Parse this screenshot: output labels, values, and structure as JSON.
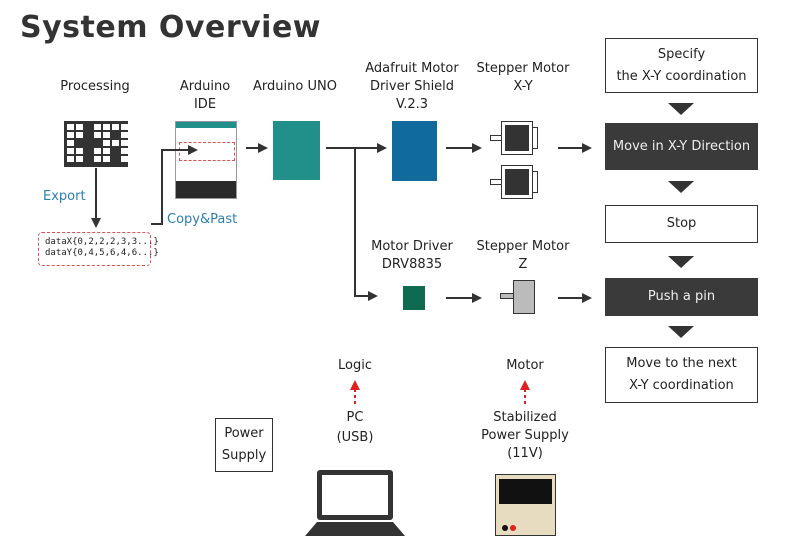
{
  "title": "System Overview",
  "nodes": {
    "processing": "Processing",
    "arduino_ide_line1": "Arduino",
    "arduino_ide_line2": "IDE",
    "arduino_uno": "Arduino UNO",
    "adafruit_line1": "Adafruit Motor",
    "adafruit_line2": "Driver Shield",
    "adafruit_line3": "V.2.3",
    "stepper_xy_line1": "Stepper Motor",
    "stepper_xy_line2": "X-Y",
    "motor_driver_line1": "Motor Driver",
    "motor_driver_line2": "DRV8835",
    "stepper_z_line1": "Stepper Motor",
    "stepper_z_line2": "Z"
  },
  "annotations": {
    "export": "Export",
    "copy_paste": "Copy&Past",
    "data_x": "dataX{0,2,2,2,3,3...}",
    "data_y": "dataY{0,4,5,6,4,6...}"
  },
  "flow": {
    "step1_line1": "Specify",
    "step1_line2": "the X-Y coordination",
    "step2": "Move in X-Y Direction",
    "step3": "Stop",
    "step4": "Push a pin",
    "step5_line1": "Move to the next",
    "step5_line2": "X-Y coordination"
  },
  "power": {
    "box_line1": "Power",
    "box_line2": "Supply",
    "logic": "Logic",
    "pc_line1": "PC",
    "pc_line2": "(USB)",
    "motor": "Motor",
    "supply_line1": "Stabilized",
    "supply_line2": "Power Supply",
    "supply_line3": "(11V)"
  },
  "colors": {
    "arduino_uno": "#22908a",
    "adafruit": "#116a9c",
    "drv8835": "#0e6b4f",
    "dark_box": "#3a3a3a",
    "red_arrow": "#e02020",
    "blue_text": "#2b7fae",
    "supply_body": "#e8dcc0"
  },
  "icons": {
    "processing_grid": [
      [
        1,
        1,
        0,
        1,
        1,
        1,
        1
      ],
      [
        1,
        1,
        0,
        1,
        1,
        0,
        1
      ],
      [
        1,
        0,
        0,
        0,
        1,
        1,
        1
      ],
      [
        1,
        1,
        0,
        1,
        1,
        0,
        1
      ],
      [
        1,
        1,
        0,
        1,
        1,
        0,
        1
      ]
    ]
  }
}
